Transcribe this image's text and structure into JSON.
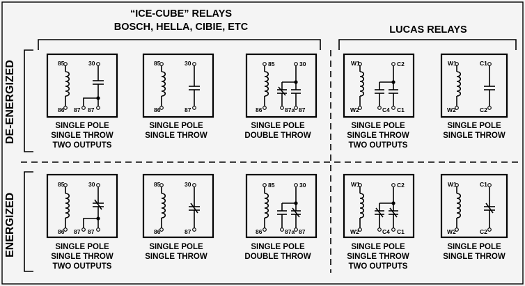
{
  "headers": {
    "ice_cube_line1": "“ICE-CUBE” RELAYS",
    "ice_cube_line2": "BOSCH, HELLA, CIBIE, ETC",
    "lucas": "LUCAS RELAYS"
  },
  "rows": {
    "de_energized": "DE-ENERGIZED",
    "energized": "ENERGIZED"
  },
  "captions": {
    "spst_two_outputs": [
      "SINGLE POLE",
      "SINGLE THROW",
      "TWO OUTPUTS"
    ],
    "spst": [
      "SINGLE POLE",
      "SINGLE THROW"
    ],
    "spdt": [
      "SINGLE POLE",
      "DOUBLE THROW"
    ]
  },
  "pins": {
    "p85": "85",
    "p86": "86",
    "p30": "30",
    "p87": "87",
    "p87a": "87a",
    "w1": "W1",
    "w2": "W2",
    "c1": "C1",
    "c2": "C2",
    "c4": "C4"
  }
}
